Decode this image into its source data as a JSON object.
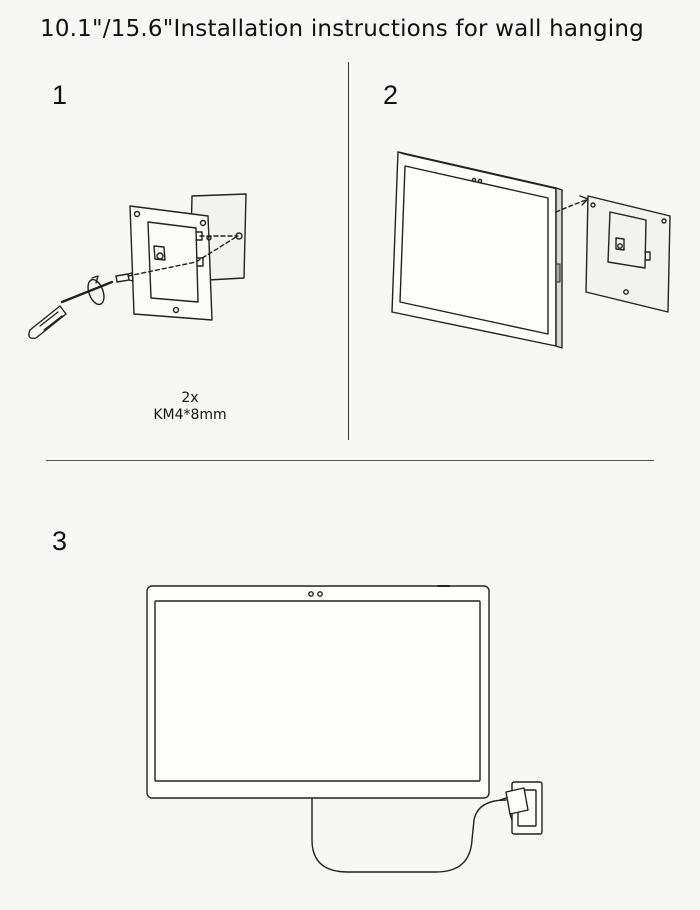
{
  "page": {
    "title": "10.1\"/15.6\"Installation instructions for wall hanging"
  },
  "steps": [
    {
      "number": "1",
      "caption_qty": "2x",
      "caption_screw": "KM4*8mm"
    },
    {
      "number": "2"
    },
    {
      "number": "3"
    }
  ],
  "colors": {
    "line": "#222222",
    "background": "#f7f7f5"
  }
}
